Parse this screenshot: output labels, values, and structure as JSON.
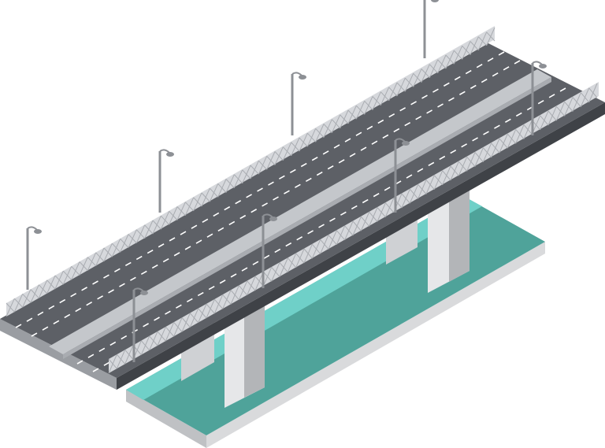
{
  "scene": {
    "subject": "isometric-highway-bridge",
    "lanes_per_carriageway": 3,
    "carriageways": 2,
    "lamp_posts_left_rail": 4,
    "lamp_posts_median": 4,
    "piers": 2
  },
  "colors": {
    "background": "#ffffff",
    "asphalt": "#5d6066",
    "asphalt_dark": "#4d5055",
    "lane_marking": "#ffffff",
    "deck_side": "#3f4247",
    "deck_front": "#9a9da2",
    "railing": "#d6d8dc",
    "railing_shadow": "#a9acb1",
    "median": "#c4c7cb",
    "water_top": "#4fa39a",
    "water_light": "#6fd0c8",
    "base_side": "#d9dadc",
    "base_front": "#bfc1c4",
    "pier_light": "#e6e7e9",
    "pier_shadow": "#b3b5b8",
    "lamp": "#8d9095"
  }
}
